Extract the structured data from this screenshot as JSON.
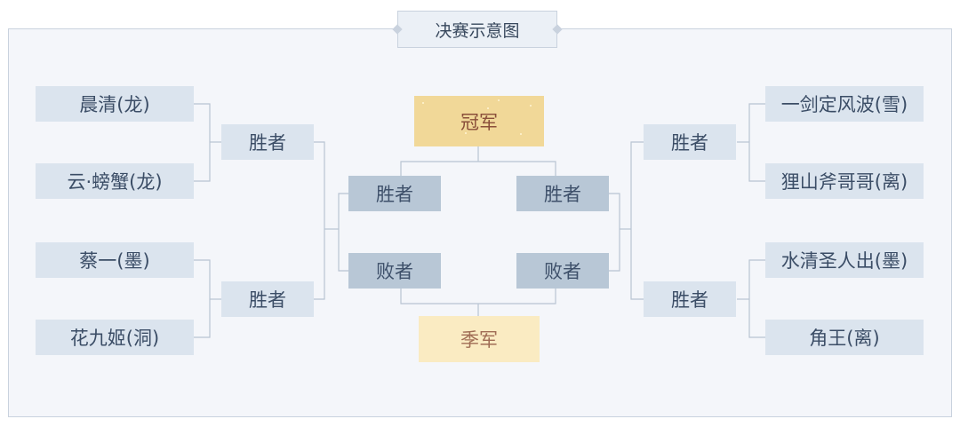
{
  "title": "决赛示意图",
  "left": {
    "players": [
      "晨清(龙)",
      "云·螃蟹(龙)",
      "蔡一(墨)",
      "花九姬(洞)"
    ],
    "winners": [
      "胜者",
      "胜者"
    ]
  },
  "right": {
    "players": [
      "一剑定风波(雪)",
      "狸山斧哥哥(离)",
      "水清圣人出(墨)",
      "角王(离)"
    ],
    "winners": [
      "胜者",
      "胜者"
    ]
  },
  "center": {
    "left_winner": "胜者",
    "left_loser": "败者",
    "right_winner": "胜者",
    "right_loser": "败者",
    "champion": "冠军",
    "third_place": "季军"
  },
  "colors": {
    "frame_bg": "#f4f6fa",
    "border": "#c9d2de",
    "player_box": "#dbe4ee",
    "semi_box": "#b8c7d6",
    "champion_box": "#f1d898",
    "third_box": "#faebc2",
    "line": "#b8c4d2"
  }
}
